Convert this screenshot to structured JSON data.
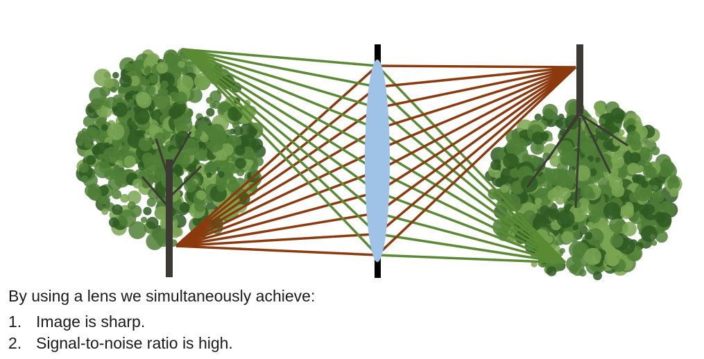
{
  "caption": {
    "title": "By using a lens we simultaneously achieve:",
    "items": [
      {
        "num": "1.",
        "text": "Image is sharp."
      },
      {
        "num": "2.",
        "text": "Signal-to-noise ratio is high."
      }
    ]
  },
  "colors": {
    "green_rays": "#5a8a33",
    "brown_rays": "#8b3a0e",
    "lens": "#9fc3e6",
    "barrier": "#000000",
    "trunk": "#3d3a35",
    "foliage_dark": "#2f5a22",
    "foliage_mid": "#4f7f36",
    "foliage_light": "#7aa552"
  },
  "icons": [
    "tree-icon",
    "inverted-tree-icon",
    "lens-icon",
    "barrier-icon"
  ]
}
